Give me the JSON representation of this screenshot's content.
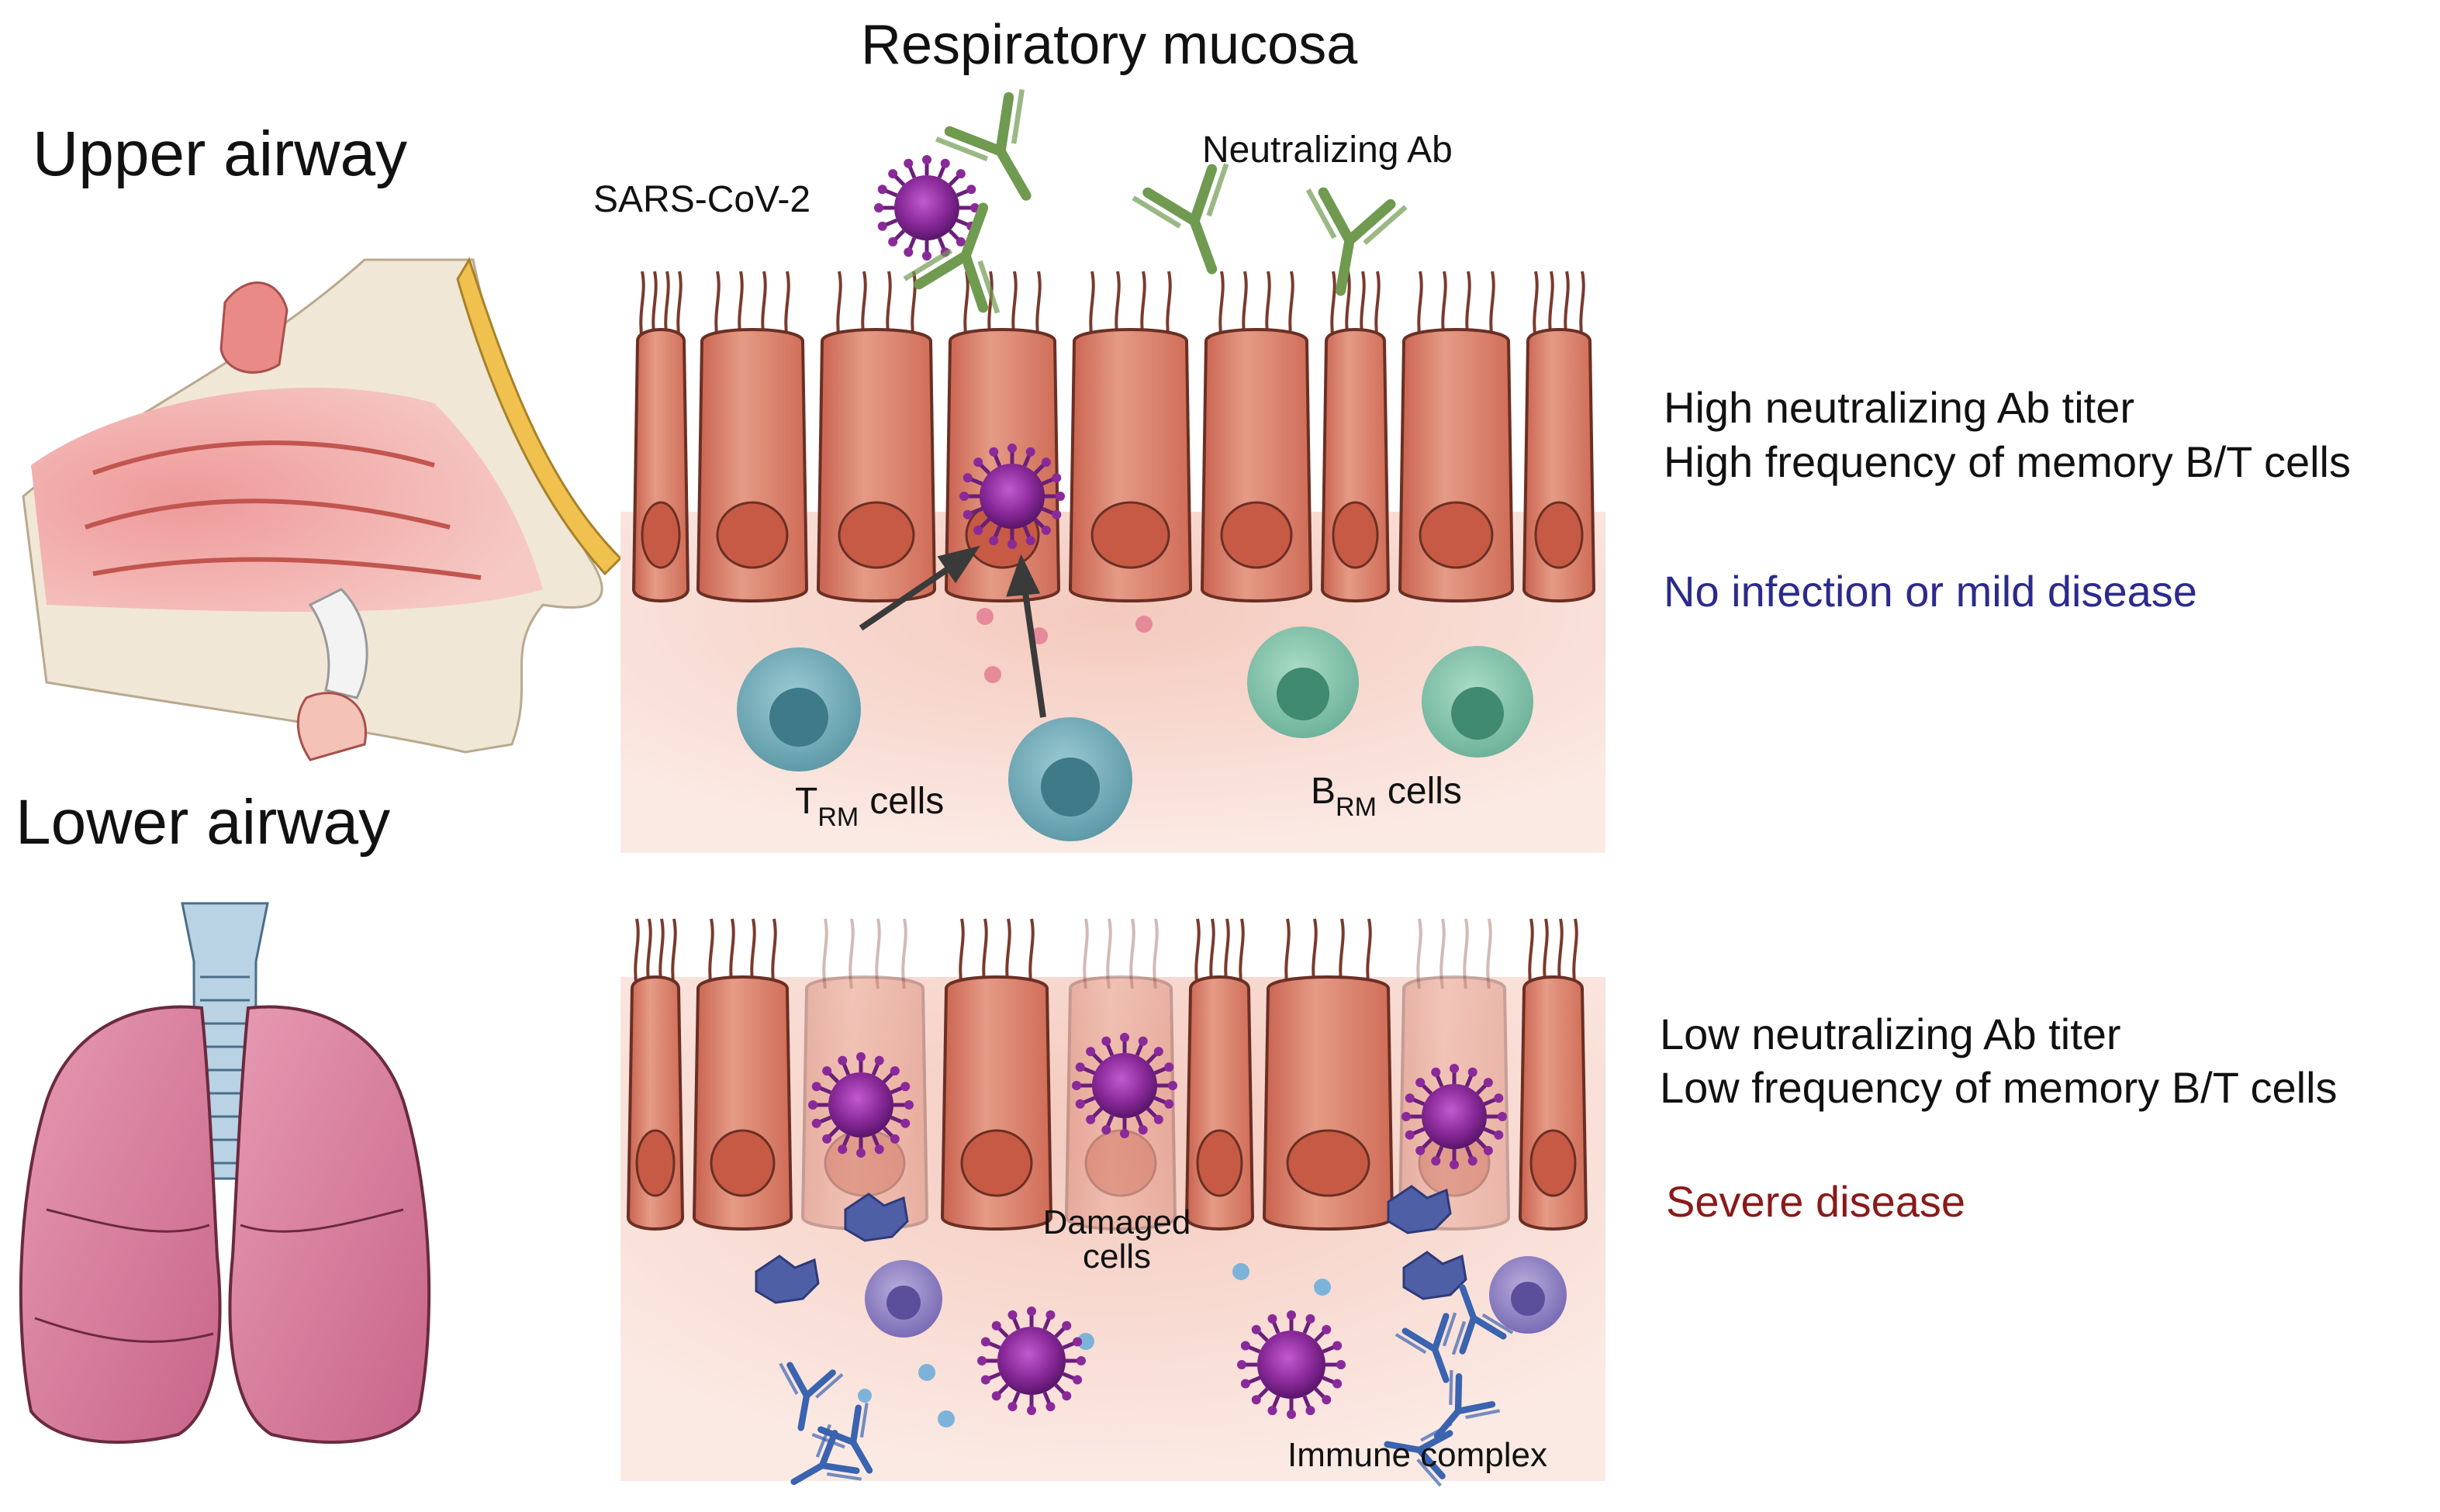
{
  "title": "Respiratory mucosa",
  "upper": {
    "heading": "Upper airway",
    "virus_label": "SARS-CoV-2",
    "antibody_label": "Neutralizing Ab",
    "trm_main": "T",
    "trm_sub": "RM",
    "trm_suffix": "cells",
    "brm_main": "B",
    "brm_sub": "RM",
    "brm_suffix": "cells",
    "info_line1": "High neutralizing Ab titer",
    "info_line2": "High frequency of memory B/T cells",
    "outcome": "No infection or mild disease"
  },
  "lower": {
    "heading": "Lower airway",
    "damaged_label": "Damaged cells",
    "immune_complex_label": "Immune complex",
    "info_line1": "Low neutralizing Ab titer",
    "info_line2": "Low frequency of memory B/T cells",
    "outcome": "Severe disease"
  },
  "colors": {
    "epithelium": "#d9806a",
    "virus": "#8a2a9a",
    "antibody_green": "#6f9a50",
    "antibody_blue": "#3a63b0",
    "trm_cell": "#5f9aa8",
    "brm_cell": "#6fb39b",
    "outcome_good": "#2b2a8c",
    "outcome_bad": "#8a1a1a"
  }
}
